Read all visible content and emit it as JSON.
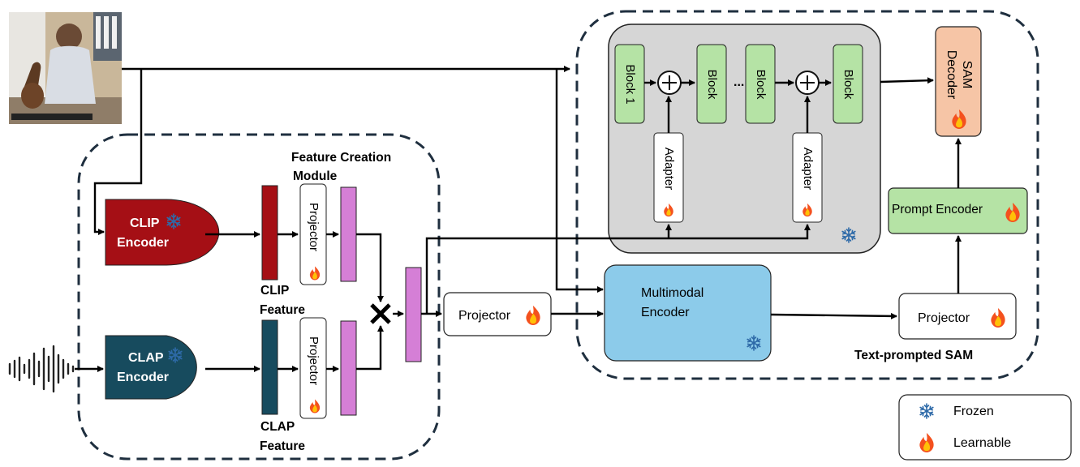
{
  "feature_creation": {
    "title_line1": "Feature Creation",
    "title_line2": "Module"
  },
  "clip": {
    "encoder_line1": "CLIP",
    "encoder_line2": "Encoder",
    "feature_line1": "CLIP",
    "feature_line2": "Feature",
    "projector": "Projector"
  },
  "clap": {
    "encoder_line1": "CLAP",
    "encoder_line2": "Encoder",
    "feature_line1": "CLAP",
    "feature_line2": "Feature",
    "projector": "Projector"
  },
  "fusion_projector": "Projector",
  "sam": {
    "title": "Text-prompted SAM",
    "block1": "Block 1",
    "block2": "Block",
    "block3": "Block",
    "block4": "Block",
    "ellipsis": "...",
    "adapter1": "Adapter",
    "adapter2": "Adapter",
    "decoder_line1": "SAM",
    "decoder_line2": "Decoder",
    "prompt_encoder": "Prompt Encoder",
    "multimodal_line1": "Multimodal",
    "multimodal_line2": "Encoder",
    "projector": "Projector"
  },
  "legend": {
    "frozen": "Frozen",
    "learnable": "Learnable"
  },
  "colors": {
    "clip_red": "#a50f15",
    "clap_teal": "#174b5e",
    "feature_pink": "#d57fd6",
    "block_green": "#b5e3a5",
    "decoder_salmon": "#f6c5a6",
    "multimodal_blue": "#8ccbea",
    "vit_gray": "#d6d6d6",
    "snowflake_blue": "#2e6aa8"
  }
}
